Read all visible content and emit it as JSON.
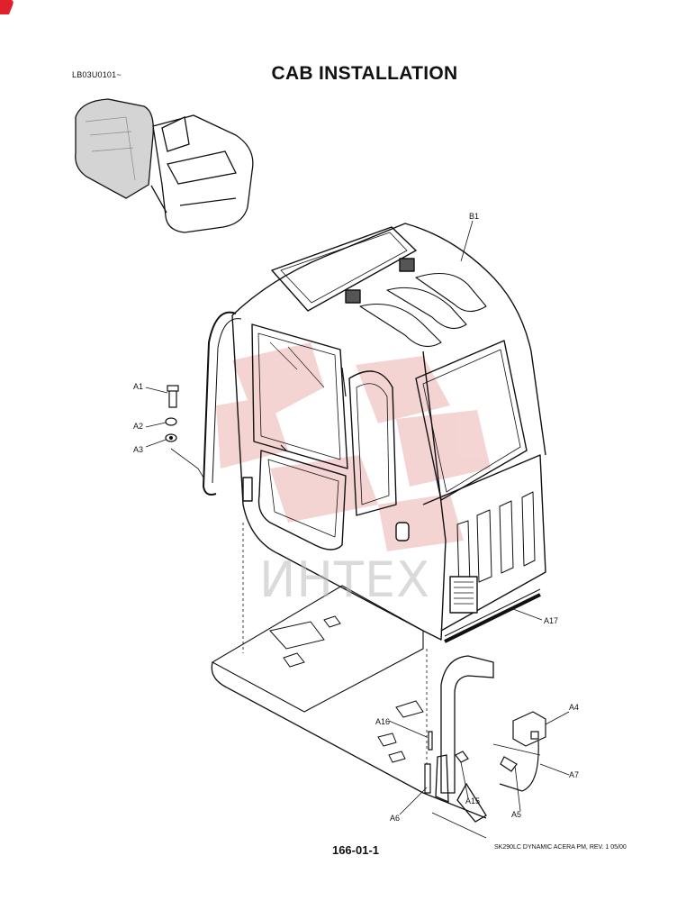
{
  "header": {
    "doc_code": "LB03U0101~",
    "title": "CAB INSTALLATION"
  },
  "callouts": {
    "b1": "B1",
    "a1": "A1",
    "a2": "A2",
    "a3": "A3",
    "a4": "A4",
    "a5": "A5",
    "a6": "A6",
    "a7": "A7",
    "a15": "A15",
    "a16": "A16",
    "a17": "A17"
  },
  "watermark": {
    "text": "ИНТЕХ",
    "color": "#e8a0a0"
  },
  "footer": {
    "page_number": "166-01-1",
    "model_note": "SK290LC DYNAMIC ACERA PM, REV. 1 05/00"
  },
  "colors": {
    "accent": "#e0202a",
    "line": "#111111"
  }
}
